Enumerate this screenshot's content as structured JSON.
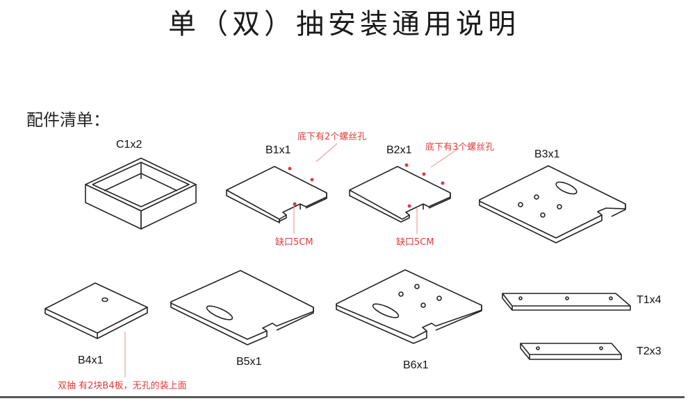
{
  "title": "单（双）抽安装通用说明",
  "section_title": "配件清单：",
  "parts": [
    {
      "id": "C1",
      "label": "C1x2"
    },
    {
      "id": "B1",
      "label": "B1x1"
    },
    {
      "id": "B2",
      "label": "B2x1"
    },
    {
      "id": "B3",
      "label": "B3x1"
    },
    {
      "id": "B4",
      "label": "B4x1"
    },
    {
      "id": "B5",
      "label": "B5x1"
    },
    {
      "id": "B6",
      "label": "B6x1"
    },
    {
      "id": "T1",
      "label": "T1x4"
    },
    {
      "id": "T2",
      "label": "T2x3"
    }
  ],
  "notes": {
    "b1_holes": "底下有2个螺丝孔",
    "b2_holes": "底下有3个螺丝孔",
    "b1_notch": "缺口5CM",
    "b2_notch": "缺口5CM",
    "b4_note": "双抽 有2块B4板，无孔的装上面"
  },
  "colors": {
    "annotation": "#e03b3b",
    "line": "#222222"
  }
}
